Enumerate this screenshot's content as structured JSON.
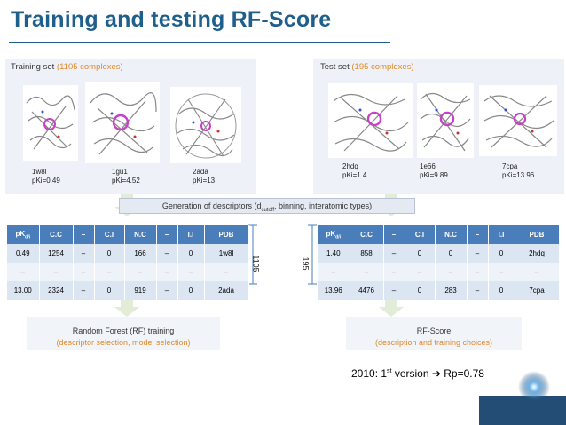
{
  "title": "Training and testing RF-Score",
  "training_panel": {
    "label": "Training set",
    "count": "(1105 complexes)",
    "structures": [
      {
        "pdb": "1w8l",
        "affinity": "pKi=0.49"
      },
      {
        "pdb": "1gu1",
        "affinity": "pKi=4.52"
      },
      {
        "pdb": "2ada",
        "affinity": "pKi=13"
      }
    ]
  },
  "test_panel": {
    "label": "Test set",
    "count": "(195 complexes)",
    "structures": [
      {
        "pdb": "2hdq",
        "affinity": "pKi=1.4"
      },
      {
        "pdb": "1e66",
        "affinity": "pKi=9.89"
      },
      {
        "pdb": "7cpa",
        "affinity": "pKi=13.96"
      }
    ]
  },
  "descriptor_box": {
    "prefix": "Generation of descriptors (d",
    "subscript": "cutoff",
    "suffix": ", binning, interatomic types)"
  },
  "training_table": {
    "header_pk": "pK",
    "header_pk_sub": "d/i",
    "headers": [
      "C.C",
      "–",
      "C.I",
      "N.C",
      "–",
      "I.I",
      "PDB"
    ],
    "rows": [
      [
        "0.49",
        "1254",
        "–",
        "0",
        "166",
        "–",
        "0",
        "1w8l"
      ],
      [
        "–",
        "–",
        "–",
        "–",
        "–",
        "–",
        "–",
        "–"
      ],
      [
        "13.00",
        "2324",
        "–",
        "0",
        "919",
        "–",
        "0",
        "2ada"
      ]
    ],
    "row_count_label": "1105"
  },
  "test_table": {
    "header_pk": "pK",
    "header_pk_sub": "d/i",
    "headers": [
      "C.C",
      "–",
      "C.I",
      "N.C",
      "–",
      "I.I",
      "PDB"
    ],
    "rows": [
      [
        "1.40",
        "858",
        "–",
        "0",
        "0",
        "–",
        "0",
        "2hdq"
      ],
      [
        "–",
        "–",
        "–",
        "–",
        "–",
        "–",
        "–",
        "–"
      ],
      [
        "13.96",
        "4476",
        "–",
        "0",
        "283",
        "–",
        "0",
        "7cpa"
      ]
    ],
    "row_count_label": "195"
  },
  "rf_training_box": {
    "line1": "Random Forest (RF) training",
    "line2": "(descriptor selection, model selection)"
  },
  "rf_score_box": {
    "line1": "RF-Score",
    "line2": "(description and training choices)"
  },
  "version_note": {
    "prefix": "2010: 1",
    "sup": "st",
    "suffix": " version ➔ Rp=0.78"
  },
  "colors": {
    "title": "#1f5f8b",
    "accent": "#e08a2c",
    "table_header": "#4a7ebb",
    "arrow": "#e3ecd7"
  }
}
